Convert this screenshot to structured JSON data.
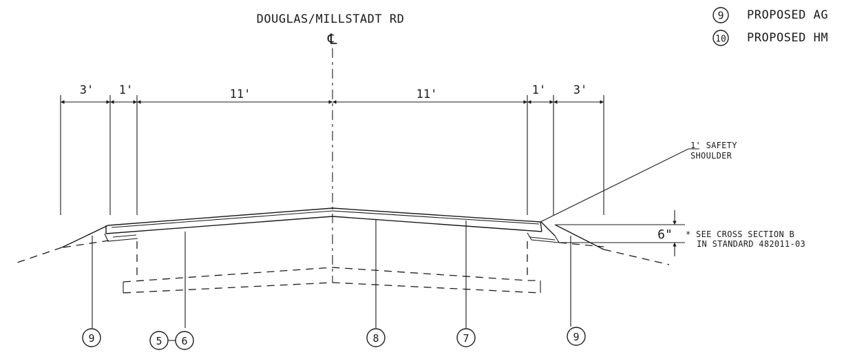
{
  "title": "DOUGLAS/MILLSTADT RD",
  "centerline_symbol": "℄",
  "dimensions": {
    "left_shoulder": "3'",
    "left_safety": "1'",
    "left_lane": "11'",
    "right_lane": "11'",
    "right_safety": "1'",
    "right_shoulder": "3'",
    "thickness": "6\""
  },
  "notes": {
    "safety_shoulder_1": "1' SAFETY",
    "safety_shoulder_2": "SHOULDER",
    "see_cross_1": "* SEE CROSS SECTION B",
    "see_cross_2": "IN STANDARD 482011-03"
  },
  "legend": [
    {
      "num": "9",
      "text": "PROPOSED AG"
    },
    {
      "num": "10",
      "text": "PROPOSED HM"
    }
  ],
  "callouts": {
    "c1": "9",
    "c2": "5",
    "c3": "6",
    "c4": "8",
    "c5": "7",
    "c6": "9"
  }
}
